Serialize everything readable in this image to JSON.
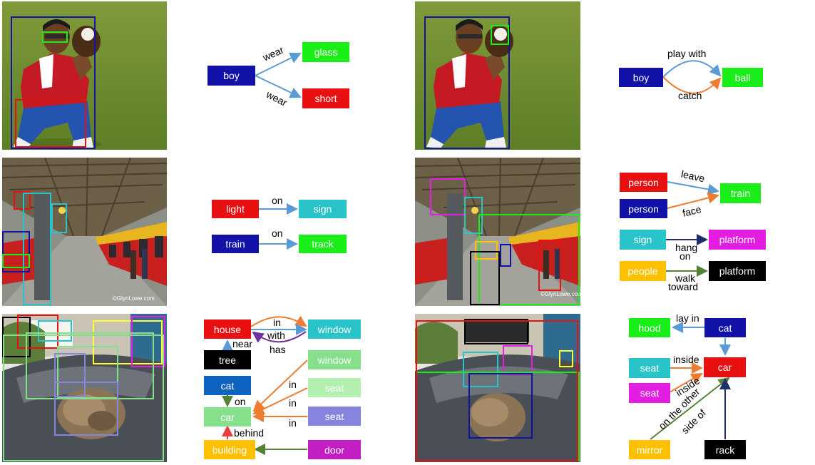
{
  "colors": {
    "red": "#e81010",
    "navy": "#1212a8",
    "green": "#19ee19",
    "cyan": "#29c4c9",
    "magenta": "#e21ee2",
    "yellow": "#ffc000",
    "black": "#000000",
    "blue": "#0d64c0",
    "light_green": "#86e08b",
    "pale_green": "#b3f0b0",
    "lavender": "#8585e0",
    "purple": "#c31ec3",
    "arrow_blue": "#5b9bd5",
    "arrow_orange": "#ed7d31",
    "arrow_purple": "#7030a0",
    "arrow_darkgreen": "#548235",
    "arrow_navy": "#1f2d6b",
    "arrow_red": "#e84040"
  },
  "photo_watermark": "©GlynLowe.com",
  "panels": {
    "p1": {
      "nodes": {
        "boy": "boy",
        "glass": "glass",
        "short": "short"
      },
      "edges": {
        "wear_top": "wear",
        "wear_bottom": "wear"
      }
    },
    "p2": {
      "nodes": {
        "boy": "boy",
        "ball": "ball"
      },
      "edges": {
        "play_with": "play with",
        "catch": "catch"
      }
    },
    "p3": {
      "nodes": {
        "light": "light",
        "sign": "sign",
        "train": "train",
        "track": "track"
      },
      "edges": {
        "on_top": "on",
        "on_bottom": "on"
      }
    },
    "p4": {
      "nodes": {
        "person_red": "person",
        "person_blue": "person",
        "train": "train",
        "sign": "sign",
        "platform_magenta": "platform",
        "people": "people",
        "platform_black": "platform"
      },
      "edges": {
        "leave": "leave",
        "face": "face",
        "hang_on_1": "hang",
        "hang_on_2": "on",
        "walk_toward_1": "walk",
        "walk_toward_2": "toward"
      }
    },
    "p5": {
      "nodes": {
        "house": "house",
        "window_cyan": "window",
        "tree": "tree",
        "window_green": "window",
        "cat": "cat",
        "seat_pale": "seat",
        "car": "car",
        "seat_lavender": "seat",
        "building": "building",
        "door": "door"
      },
      "edges": {
        "in_top": "in",
        "with": "with",
        "has": "has",
        "near": "near",
        "on": "on",
        "in_1": "in",
        "in_2": "in",
        "in_3": "in",
        "behind": "behind"
      }
    },
    "p6": {
      "nodes": {
        "hood": "hood",
        "cat": "cat",
        "seat_cyan": "seat",
        "car": "car",
        "seat_magenta": "seat",
        "mirror": "mirror",
        "rack": "rack"
      },
      "edges": {
        "lay_in": "lay in",
        "inside_1": "inside",
        "inside_2": "inside",
        "other_side_1": "on the other",
        "other_side_2": "side of"
      }
    }
  }
}
